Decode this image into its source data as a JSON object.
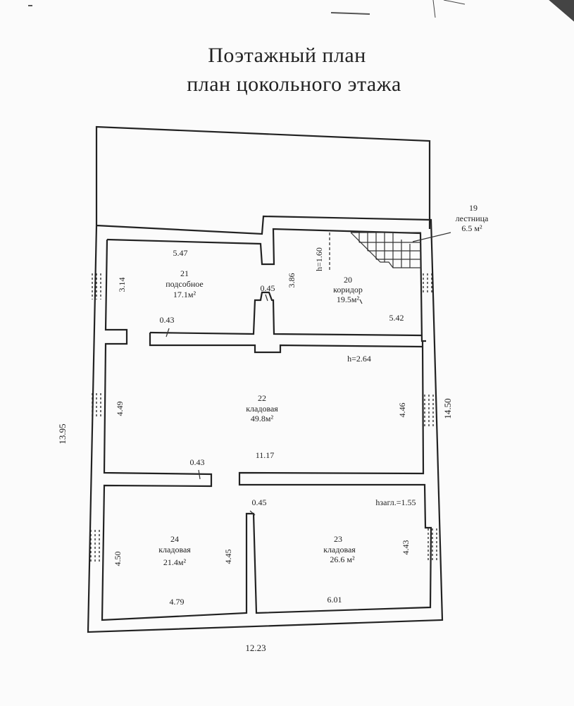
{
  "header": {
    "title": "Поэтажный план",
    "subtitle": "план цокольного этажа"
  },
  "rooms": {
    "r19": {
      "number": "19",
      "name": "лестница",
      "area": "6.5 м²"
    },
    "r20": {
      "number": "20",
      "name": "коридор",
      "area": "19.5м²"
    },
    "r21": {
      "number": "21",
      "name": "подсобное",
      "area": "17.1м²"
    },
    "r22": {
      "number": "22",
      "name": "кладовая",
      "area": "49.8м²"
    },
    "r23": {
      "number": "23",
      "name": "кладовая",
      "area": "26.6 м²"
    },
    "r24": {
      "number": "24",
      "name": "кладовая",
      "area": "21.4м²"
    }
  },
  "dimensions": {
    "d_5_47": "5.47",
    "d_3_14": "3.14",
    "d_0_45_top": "0.45",
    "d_3_86": "3.86",
    "d_h160": "h=1.60",
    "d_5_42": "5.42",
    "d_0_43_top": "0.43",
    "d_h264": "h=2.64",
    "d_4_49": "4.49",
    "d_4_46": "4.46",
    "d_14_50": "14.50",
    "d_13_95": "13.95",
    "d_11_17": "11.17",
    "d_0_43_mid": "0.43",
    "d_0_45_mid": "0.45",
    "d_hzagl": "hзагл.=1.55",
    "d_4_50": "4.50",
    "d_4_45": "4.45",
    "d_4_43": "4.43",
    "d_4_79": "4.79",
    "d_6_01": "6.01",
    "d_12_23": "12.23"
  }
}
